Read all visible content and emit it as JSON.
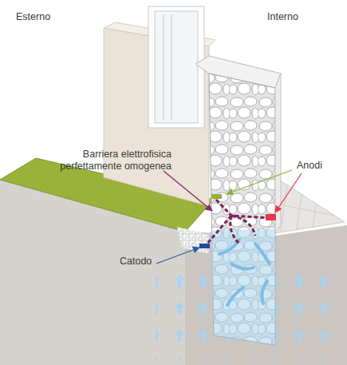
{
  "diagram": {
    "labels": [
      "Esterno",
      "Interno",
      "Barriera elettrofisica perfettamente omogenea",
      "Anodi",
      "Catodo"
    ]
  }
}
